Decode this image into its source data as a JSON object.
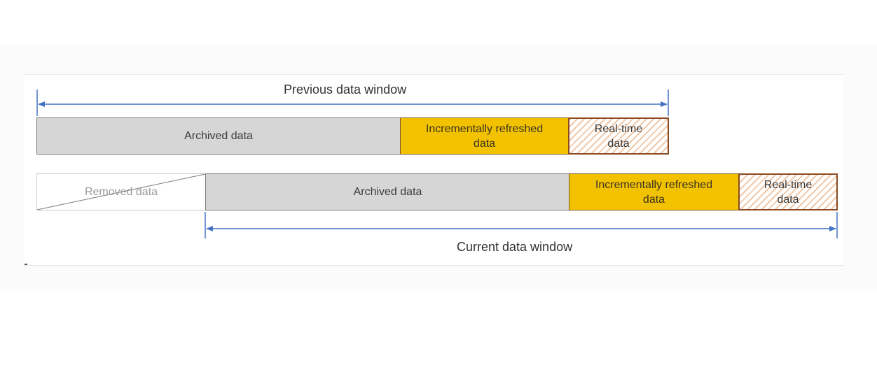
{
  "previous_window": {
    "label": "Previous data window",
    "segments": {
      "archived": "Archived data",
      "incremental": "Incrementally  refreshed\ndata",
      "realtime": "Real-time\ndata"
    }
  },
  "current_window": {
    "label": "Current  data window",
    "segments": {
      "removed": "Removed data",
      "archived": "Archived data",
      "incremental": "Incrementally  refreshed\ndata",
      "realtime": "Real-time\ndata"
    }
  },
  "colors": {
    "arrow": "#4472c4",
    "archived_fill": "#d6d6d6",
    "incremental_fill": "#f2c200",
    "realtime_border": "#8b4a1e",
    "realtime_hatch": "#f2c9a8",
    "removed_text": "#9a9a9a"
  }
}
